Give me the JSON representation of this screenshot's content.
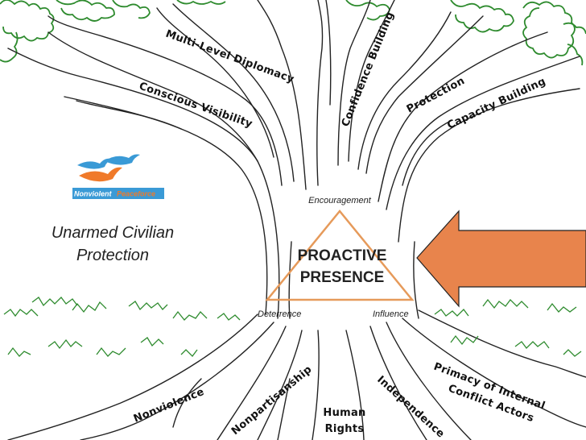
{
  "branches": {
    "multi_level_diplomacy": "Multi-Level Diplomacy",
    "confidence_building": "Confidence Building",
    "conscious_visibility": "Conscious Visibility",
    "protection": "Protection",
    "capacity_building": "Capacity Building"
  },
  "triangle": {
    "top": "Encouragement",
    "left": "Deterrence",
    "right": "Influence",
    "center_line1": "PROACTIVE",
    "center_line2": "PRESENCE"
  },
  "roots": {
    "nonviolence": "Nonviolence",
    "nonpartisanship": "Nonpartisanship",
    "human_rights_line1": "Human",
    "human_rights_line2": "Rights",
    "independence": "Independence",
    "primacy_line1": "Primacy of Internal",
    "primacy_line2": "Conflict Actors"
  },
  "side_label": {
    "line1": "Unarmed Civilian",
    "line2": "Protection"
  },
  "logo": {
    "name": "NonviolentPeaceforce",
    "part1": "Nonviolent",
    "part2": "Peaceforce"
  },
  "colors": {
    "arrow_fill": "#e8844c",
    "triangle_stroke": "#e69a5a",
    "leaves": "#2e8b2e",
    "logo_blue": "#3a9ad6",
    "logo_orange": "#f07a2a"
  }
}
